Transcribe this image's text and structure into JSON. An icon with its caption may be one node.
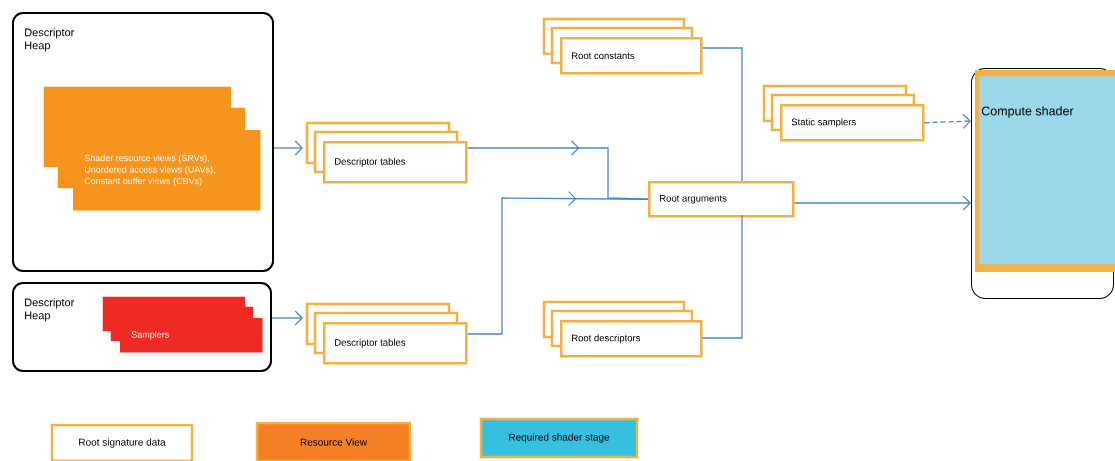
{
  "diagram": {
    "nodes": [
      {
        "text": [
          "Descriptor Heap"
        ]
      },
      {
        "text": [
          "Shader resource views (SRVs), Unordered access views (UAVs), Constant buffer views (CBVs)"
        ],
        "in": 0
      },
      {
        "text": [
          "Descriptor Heap"
        ]
      },
      {
        "text": [
          "Samplers"
        ],
        "in": 2
      },
      {
        "text": [
          "Descriptor tables"
        ]
      },
      {
        "text": [
          "Descriptor tables"
        ]
      },
      {
        "text": [
          "Root constants"
        ]
      },
      {
        "text": [
          "Root arguments"
        ]
      },
      {
        "text": [
          "Root descriptors"
        ]
      },
      {
        "text": [
          "Static samplers"
        ]
      },
      {
        "text": [],
        "shape": "box"
      },
      {
        "text": [
          "Compute shader"
        ],
        "in": 10
      }
    ],
    "edges": [
      {
        "from": 0,
        "to": 4,
        "arrow": "to"
      },
      {
        "from": 2,
        "to": 5,
        "arrow": "to"
      },
      {
        "from": 4,
        "to": 7,
        "arrow": "to"
      },
      {
        "from": 5,
        "to": 7,
        "arrow": "to"
      },
      {
        "from": 6,
        "to": 7,
        "arrow": "none"
      },
      {
        "from": 8,
        "to": 7,
        "arrow": "none"
      },
      {
        "from": 7,
        "to": 10,
        "arrow": "to"
      },
      {
        "from": 9,
        "to": 10,
        "arrow": "to",
        "style": "dashed"
      }
    ],
    "legend": [
      {
        "text": "Root signature data"
      },
      {
        "text": "Resource View",
        "color": "#f47f24"
      },
      {
        "text": "Required shader stage",
        "color": "#35c0e0"
      }
    ]
  }
}
